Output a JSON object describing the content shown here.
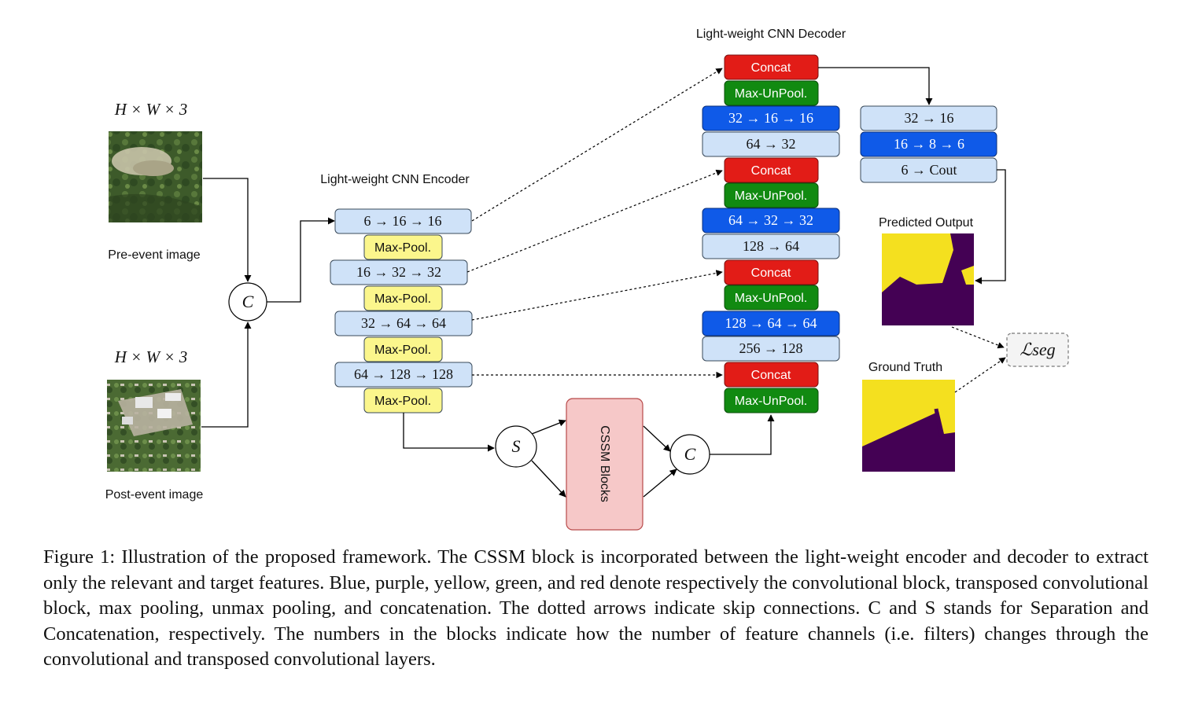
{
  "labels": {
    "input_dim_top": "H × W × 3",
    "input_dim_bottom": "H × W × 3",
    "pre_event": "Pre-event image",
    "post_event": "Post-event image",
    "encoder_title": "Light-weight CNN Encoder",
    "decoder_title": "Light-weight CNN Decoder",
    "predicted": "Predicted Output",
    "ground_truth": "Ground Truth",
    "loss": "ℒseg",
    "concat_symbol": "C",
    "separation_symbol": "S",
    "cssm": "CSSM Blocks"
  },
  "encoder": {
    "convs": [
      "6 → 16 → 16",
      "16 → 32 → 32",
      "32 → 64 → 64",
      "64 → 128 → 128"
    ],
    "pool": "Max-Pool."
  },
  "decoder": {
    "concat": "Concat",
    "unpool": "Max-UnPool.",
    "stage1_conv": "32 → 16 → 16",
    "stage1_tconv": "64 → 32",
    "stage2_conv": "64 → 32 → 32",
    "stage2_tconv": "128 → 64",
    "stage3_conv": "128 → 64 → 64",
    "stage3_tconv": "256 → 128"
  },
  "head": {
    "b1": "32 → 16",
    "b2": "16 → 8 → 6",
    "b3": "6 → Cout"
  },
  "caption": "Figure 1: Illustration of the proposed framework. The CSSM block is incorporated between the light-weight encoder and decoder to extract only the relevant and target features. Blue, purple, yellow, green, and red denote respectively the convolutional block, transposed convolutional block, max pooling, unmax pooling, and concatenation. The dotted arrows indicate skip connections. C and S stands for Separation and Concatenation, respectively. The numbers in the blocks indicate how the number of feature channels (i.e. filters) changes through the convolutional and transposed convolutional layers.",
  "colors": {
    "conv_light": "#cfe2f8",
    "conv_dark": "#0f5ae8",
    "pool": "#fbf68c",
    "unpool": "#118a11",
    "concat": "#e21c17",
    "cssm": "#f6c8c8",
    "mask_yellow": "#f4e01f",
    "mask_purple": "#440154"
  }
}
